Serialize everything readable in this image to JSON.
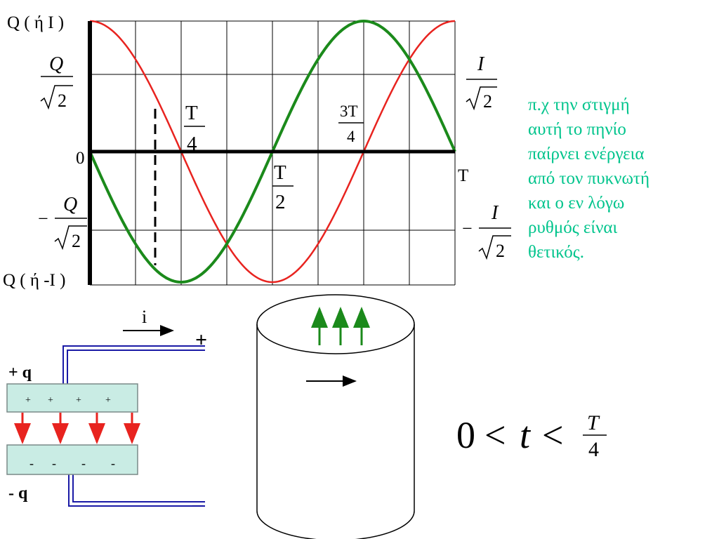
{
  "graph": {
    "y_axis_top_label": "Q ( ή I )",
    "y_axis_bottom_label": "Q ( ή -I )",
    "origin_label": "0",
    "period_label": "T",
    "left_pos_num": "Q",
    "left_neg_num": "Q",
    "right_pos_num": "I",
    "right_neg_num": "I",
    "sqrt_content": "2",
    "minus_sign": "−",
    "t_quarter": {
      "num": "T",
      "den": "4"
    },
    "t_half": {
      "num": "T",
      "den": "2"
    },
    "t_three_quarter": {
      "num": "3T",
      "den": "4"
    },
    "colors": {
      "charge_curve": "#e8231f",
      "current_curve": "#1b8a1b",
      "axis": "#000000"
    }
  },
  "note_lines": [
    "π.χ την στιγμή",
    "αυτή το πηνίο",
    "παίρνει ενέργεια",
    "από τον πυκνωτή",
    "και ο εν λόγω",
    "ρυθμός είναι",
    "θετικός."
  ],
  "circuit": {
    "current_label": "i",
    "plus_sign": "+",
    "minus_sign": "–",
    "top_plate_label": "+ q",
    "bottom_plate_label": "- q",
    "top_plate_charges": [
      "+",
      "+",
      "+",
      "+"
    ],
    "bottom_plate_charges": [
      "-",
      "-",
      "-",
      "-"
    ],
    "colors": {
      "coil": "#f47a1f",
      "wire": "#1a1aa6",
      "field": "#1b8a1b",
      "efield": "#e8231f",
      "plate": "#c9ece4"
    }
  },
  "condition": {
    "left": "0",
    "lt1": "<",
    "var": "t",
    "lt2": "<",
    "num": "T",
    "den": "4"
  }
}
